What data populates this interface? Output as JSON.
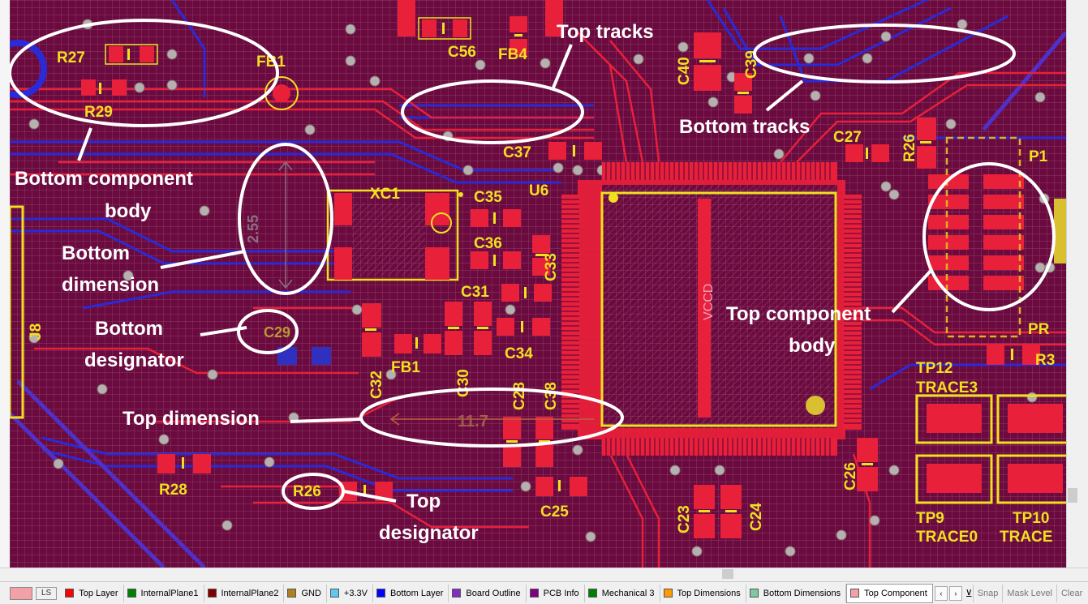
{
  "annotations": {
    "top_tracks": "Top tracks",
    "bottom_tracks": "Bottom tracks",
    "bottom_component_body_1": "Bottom component",
    "bottom_component_body_2": "body",
    "bottom_dimension_1": "Bottom",
    "bottom_dimension_2": "dimension",
    "bottom_designator_1": "Bottom",
    "bottom_designator_2": "designator",
    "top_dimension": "Top dimension",
    "top_component_body_1": "Top component",
    "top_component_body_2": "body",
    "top_designator_1": "Top",
    "top_designator_2": "designator"
  },
  "designators": {
    "r27": "R27",
    "r29": "R29",
    "fb1_top": "FB1",
    "c56": "C56",
    "fb4": "FB4",
    "c40": "C40",
    "c39": "C39",
    "c27": "C27",
    "r26_right": "R26",
    "p1": "P1",
    "c37": "C37",
    "u6": "U6",
    "xc1": "XC1",
    "c35": "C35",
    "c36": "C36",
    "c33": "C33",
    "c31": "C31",
    "c34": "C34",
    "fb1": "FB1",
    "c32": "C32",
    "c30": "C30",
    "c28": "C28",
    "c38": "C38",
    "c26": "C26",
    "c25": "C25",
    "c23": "C23",
    "c24": "C24",
    "r28": "R28",
    "r26": "R26",
    "tp12": "TP12",
    "trace3": "TRACE3",
    "tp9": "TP9",
    "tp10": "TP10",
    "trace0": "TRACE0",
    "trace1": "TRACE",
    "r3": "R3",
    "j8": "J8",
    "c29": "C29",
    "pr": "PR",
    "vccd": "VCCD",
    "dim_255": "2.55",
    "dim_117": "11.7"
  },
  "layer_bar": {
    "ls_label": "LS",
    "layers": [
      {
        "name": "Top Layer",
        "color": "#ff0000"
      },
      {
        "name": "InternalPlane1",
        "color": "#008000"
      },
      {
        "name": "InternalPlane2",
        "color": "#800000"
      },
      {
        "name": "GND",
        "color": "#b08020"
      },
      {
        "name": "+3.3V",
        "color": "#60c8f0"
      },
      {
        "name": "Bottom Layer",
        "color": "#0000ff"
      },
      {
        "name": "Board Outline",
        "color": "#8030c0"
      },
      {
        "name": "PCB Info",
        "color": "#800080"
      },
      {
        "name": "Mechanical 3",
        "color": "#008000"
      },
      {
        "name": "Top Dimensions",
        "color": "#ff9900"
      },
      {
        "name": "Bottom Dimensions",
        "color": "#80c8a0"
      },
      {
        "name": "Top Component",
        "color": "#f4a0a8"
      }
    ],
    "snap": "Snap",
    "mask_level": "Mask Level",
    "clear": "Clear"
  },
  "colors": {
    "board": "#6a0a3e",
    "top_copper": "#e8203a",
    "bottom_copper": "#2020d0",
    "silkscreen": "#f0e020",
    "annotation": "#ffffff"
  }
}
